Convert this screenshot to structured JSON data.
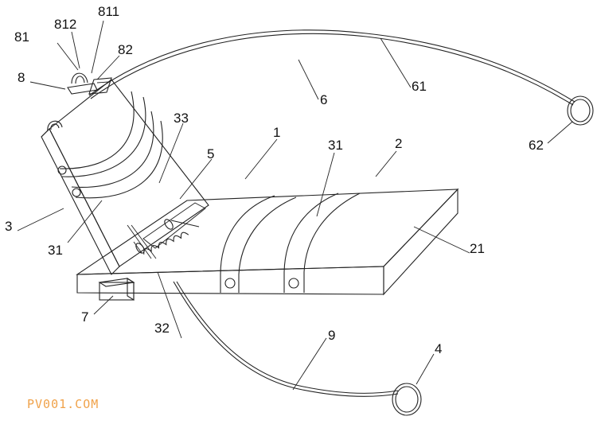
{
  "diagram": {
    "labels": {
      "l1": "1",
      "l2": "2",
      "l3": "3",
      "l4": "4",
      "l5": "5",
      "l6": "6",
      "l7": "7",
      "l8": "8",
      "l9": "9",
      "l21": "21",
      "l31a": "31",
      "l31b": "31",
      "l32": "32",
      "l33": "33",
      "l61": "61",
      "l62": "62",
      "l81": "81",
      "l82": "82",
      "l811": "811",
      "l812": "812"
    },
    "watermark": "PV001.COM",
    "colors": {
      "line": "#222222",
      "watermark": "#f0a24a",
      "background": "#ffffff"
    }
  }
}
